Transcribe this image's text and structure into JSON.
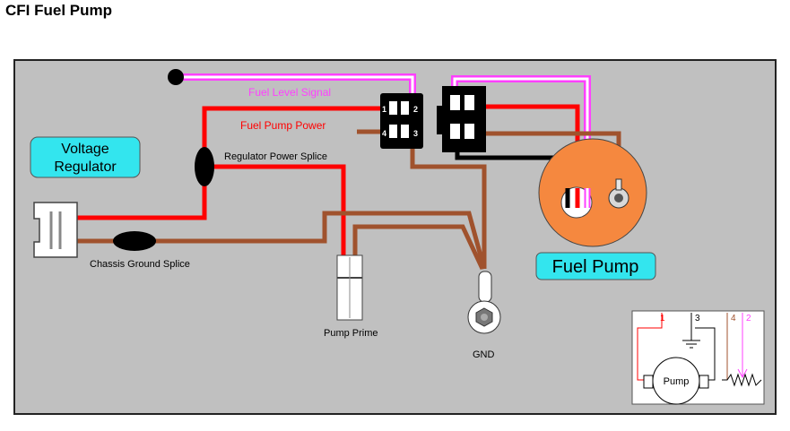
{
  "title": "CFI Fuel Pump",
  "labels": {
    "voltage_regulator_line1": "Voltage",
    "voltage_regulator_line2": "Regulator",
    "fuel_level_signal": "Fuel Level Signal",
    "fuel_pump_power": "Fuel Pump Power",
    "regulator_power_splice": "Regulator Power Splice",
    "chassis_ground_splice": "Chassis Ground Splice",
    "pump_prime": "Pump Prime",
    "gnd": "GND",
    "fuel_pump": "Fuel Pump"
  },
  "connector_pins": [
    "1",
    "2",
    "4",
    "3"
  ],
  "inset": {
    "pins": [
      "1",
      "3",
      "4",
      "2"
    ],
    "pump_label": "Pump"
  },
  "colors": {
    "panel_bg": "#c0c0c0",
    "power_wire": "#ff0000",
    "ground_wire": "#a0522d",
    "signal_wire": "#ff40ff",
    "label_box": "#33e5ee",
    "fuel_pump_body": "#f5883f"
  }
}
